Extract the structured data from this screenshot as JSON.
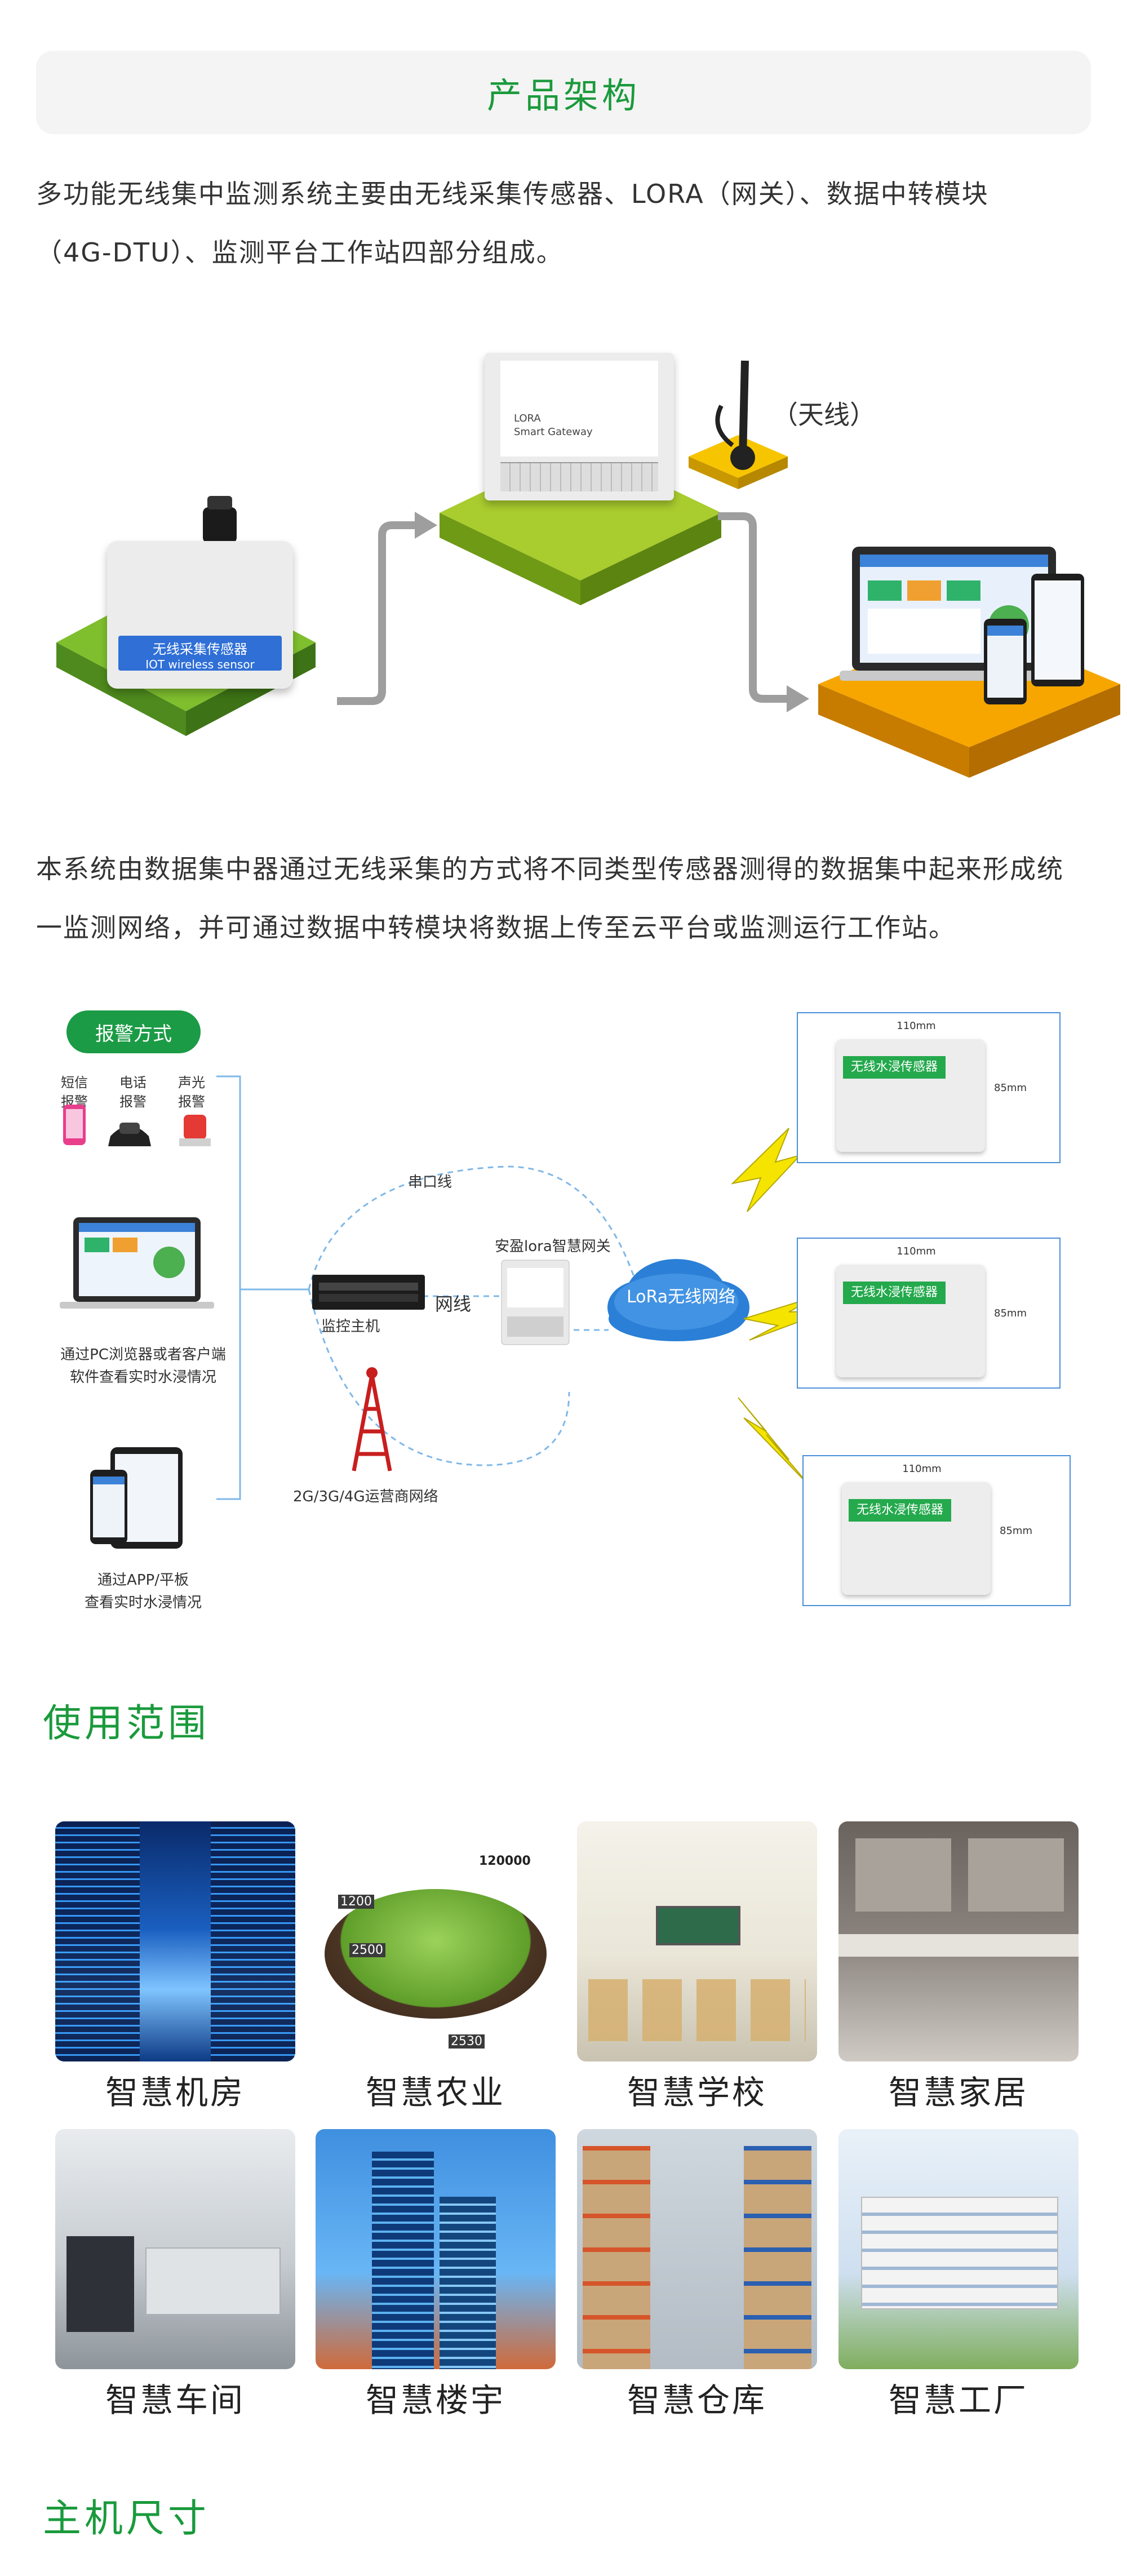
{
  "header": {
    "title": "产品架构"
  },
  "intro": {
    "line1": "多功能无线集中监测系统主要由无线采集传感器、LORA（网关）、数据中转模块",
    "line2": "（4G-DTU）、监测平台工作站四部分组成。"
  },
  "architecture": {
    "sensor_label_cn": "无线采集传感器",
    "sensor_label_en": "IOT wireless sensor",
    "gateway_line1": "LORA",
    "gateway_line2": "Smart Gateway",
    "antenna_label": "（天线）",
    "colors": {
      "green": "#8cc63f",
      "yellow": "#f5c400",
      "orange": "#f5a100"
    }
  },
  "description": {
    "line1": "本系统由数据集中器通过无线采集的方式将不同类型传感器测得的数据集中起来形成统",
    "line2": "一监测网络，并可通过数据中转模块将数据上传至云平台或监测运行工作站。"
  },
  "topology": {
    "alarm_title": "报警方式",
    "alarm_items": [
      {
        "label_top": "短信",
        "label_bottom": "报警"
      },
      {
        "label_top": "电话",
        "label_bottom": "报警"
      },
      {
        "label_top": "声光",
        "label_bottom": "报警"
      }
    ],
    "pc_caption_line1": "通过PC浏览器或者客户端",
    "pc_caption_line2": "软件查看实时水浸情况",
    "app_caption_line1": "通过APP/平板",
    "app_caption_line2": "查看实时水浸情况",
    "serial_label": "串口线",
    "network_label": "网线",
    "host_label": "监控主机",
    "tower_label": "2G/3G/4G运营商网络",
    "gateway_label": "安盈lora智慧网关",
    "cloud_label": "LoRa无线网络",
    "sensor_name": "无线水浸传感器",
    "sensor_width": "110mm",
    "sensor_height": "85mm"
  },
  "scope": {
    "title": "使用范围",
    "items": [
      {
        "label": "智慧机房",
        "icon": "server-room-photo"
      },
      {
        "label": "智慧农业",
        "icon": "agriculture-photo"
      },
      {
        "label": "智慧学校",
        "icon": "classroom-photo"
      },
      {
        "label": "智慧家居",
        "icon": "kitchen-photo"
      },
      {
        "label": "智慧车间",
        "icon": "workshop-photo"
      },
      {
        "label": "智慧楼宇",
        "icon": "skyscraper-photo"
      },
      {
        "label": "智慧仓库",
        "icon": "warehouse-photo"
      },
      {
        "label": "智慧工厂",
        "icon": "factory-photo"
      }
    ],
    "agriculture_numbers": [
      "120000",
      "1200",
      "2500",
      "2530"
    ]
  },
  "size_section": {
    "title": "主机尺寸"
  }
}
